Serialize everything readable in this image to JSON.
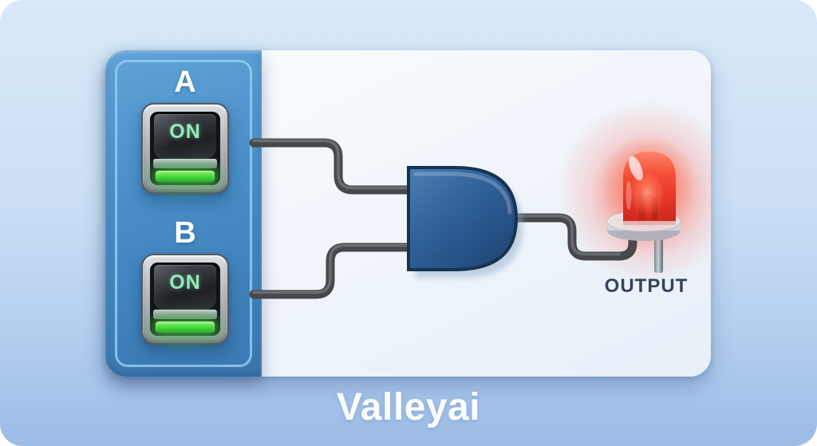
{
  "brand": {
    "label": "Valleyai"
  },
  "inputs": [
    {
      "id": "A",
      "label": "A",
      "state_label": "ON",
      "state": "on"
    },
    {
      "id": "B",
      "label": "B",
      "state_label": "ON",
      "state": "on"
    }
  ],
  "gate": {
    "type": "AND",
    "inputs": [
      "A",
      "B"
    ]
  },
  "output": {
    "label": "OUTPUT",
    "state": "on",
    "indicator": "red-led"
  },
  "colors": {
    "background_top": "#d8e8f8",
    "background_bottom": "#9cbce6",
    "panel_blue": "#4083bc",
    "panel_inner_border": "#96cbee",
    "card": "#f1f6fc",
    "wire": "#46484d",
    "gate_fill": "#2f5f93",
    "gate_border": "#16334f",
    "switch_green": "#44d83c",
    "switch_on_text": "#97e8ba",
    "led_red": "#e02e22",
    "output_text": "#37435a",
    "label_text": "#ffffff"
  }
}
